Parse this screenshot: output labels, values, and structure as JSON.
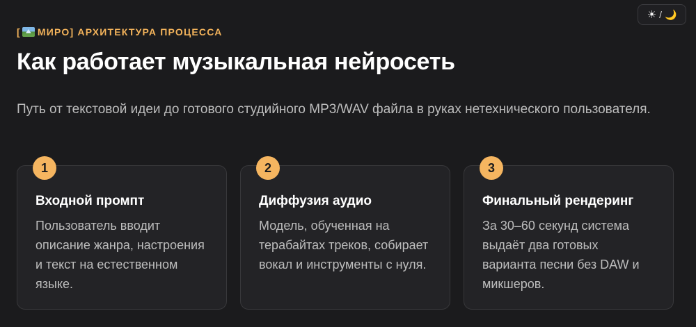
{
  "theme_toggle": {
    "sun_icon": "☀",
    "separator": "/",
    "moon_icon": "🌙"
  },
  "eyebrow": {
    "open_bracket": "[",
    "icon": "map-icon",
    "text": " МИРО] АРХИТЕКТУРА ПРОЦЕССА"
  },
  "title": "Как работает музыкальная нейросеть",
  "subtitle": "Путь от текстовой идеи до готового студийного MP3/WAV файла в руках нетехнического пользователя.",
  "steps": [
    {
      "number": "1",
      "title": "Входной промпт",
      "text": "Пользователь вводит описание жанра, настроения и текст на естественном языке."
    },
    {
      "number": "2",
      "title": "Диффузия аудио",
      "text": "Модель, обученная на терабайтах треков, собирает вокал и инструменты с нуля."
    },
    {
      "number": "3",
      "title": "Финальный рендеринг",
      "text": "За 30–60 секунд система выдаёт два готовых варианта песни без DAW и микшеров."
    }
  ],
  "colors": {
    "background": "#1b1b1d",
    "accent": "#f3b35b",
    "badge": "#f5b560",
    "card": "#232326"
  }
}
